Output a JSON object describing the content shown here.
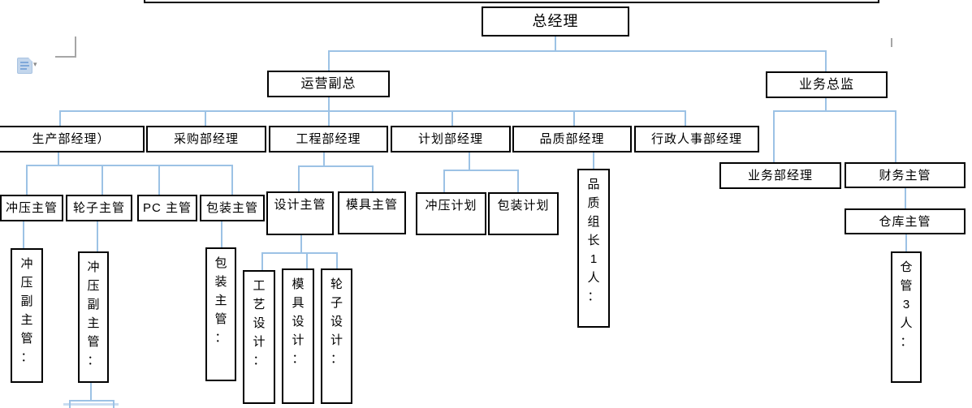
{
  "colors": {
    "connector": "#9CC2E5",
    "box_border": "#000000",
    "box_fill": "#FFFFFF",
    "margin_mark": "#A6A6A6",
    "paste_icon_fill": "#C3D6EC",
    "paste_icon_lines": "#7FA8D9"
  },
  "nodes": {
    "general_manager": "总经理",
    "operations_vp": "运营副总",
    "business_director": "业务总监",
    "production_manager": "生产部经理）",
    "purchasing_manager": "采购部经理",
    "engineering_manager": "工程部经理",
    "planning_manager": "计划部经理",
    "quality_manager": "品质部经理",
    "admin_hr_manager": "行政人事部经理",
    "business_dept_manager": "业务部经理",
    "finance_supervisor": "财务主管",
    "warehouse_supervisor": "仓库主管",
    "stamping_supervisor": "冲压主管",
    "wheel_supervisor": "轮子主管",
    "pc_supervisor": "PC 主管",
    "packaging_supervisor": "包装主管",
    "design_supervisor": "设计主管",
    "mold_supervisor": "模具主管",
    "stamping_planner": "冲压计划",
    "packaging_planner": "包装计划",
    "quality_leader": "品\n质\n组\n长\n1\n人\n：",
    "stamping_deputy_1": "冲\n压\n副\n主\n管\n：",
    "stamping_deputy_2": "冲\n压\n副\n主\n管\n：",
    "packaging_supervisor_v": "包\n装\n主\n管\n：",
    "process_designer": "工\n艺\n设\n计\n：",
    "mold_designer": "模\n具\n设\n计\n：",
    "wheel_designer": "轮\n子\n设\n计\n：",
    "warehouse_keeper": "仓\n管\n3\n人\n："
  },
  "ui": {
    "paste_options_dropdown": "▾"
  }
}
